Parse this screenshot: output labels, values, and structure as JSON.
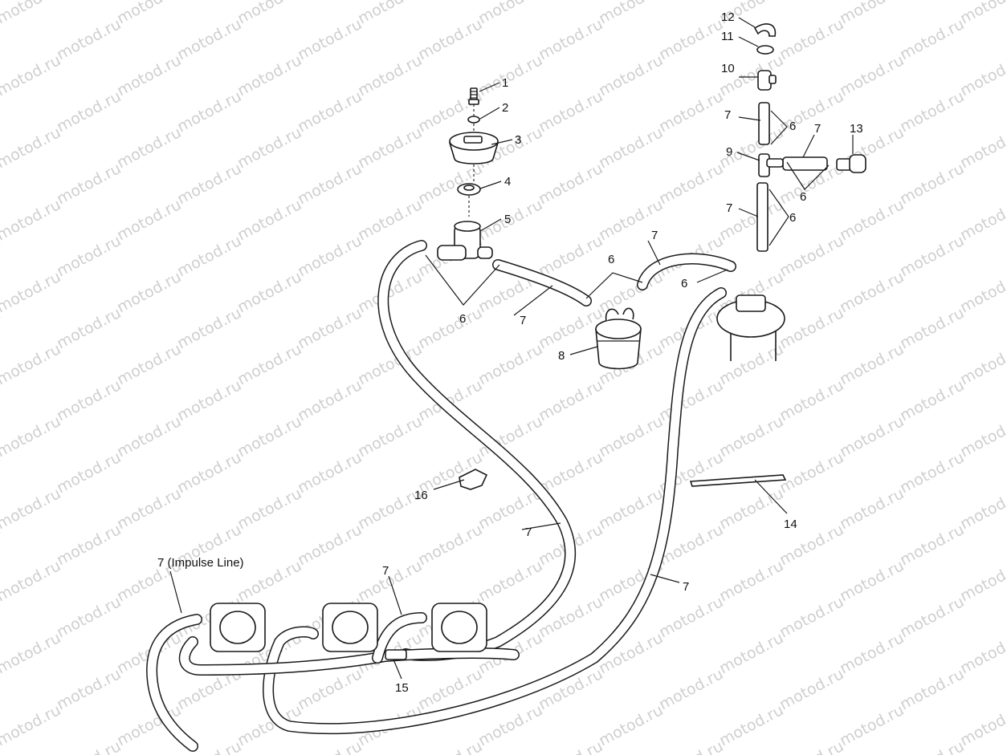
{
  "watermark": "motod.ru",
  "callouts": {
    "c1": "1",
    "c2": "2",
    "c3": "3",
    "c4": "4",
    "c5": "5",
    "c6a": "6",
    "c6b": "6",
    "c6c": "6",
    "c6d": "6",
    "c6e": "6",
    "c6f": "6",
    "c7a": "7",
    "c7b": "7",
    "c7c": "7",
    "c7d": "7",
    "c7e": "7",
    "c7f": "7",
    "c7g": "7",
    "c7h": "7",
    "c7impulse": "7 (Impulse Line)",
    "c8": "8",
    "c9": "9",
    "c10": "10",
    "c11": "11",
    "c12": "12",
    "c13": "13",
    "c14": "14",
    "c15": "15",
    "c16": "16"
  },
  "colors": {
    "line": "#1a1a1a",
    "watermark": "#cfcfcf",
    "background": "#ffffff"
  }
}
